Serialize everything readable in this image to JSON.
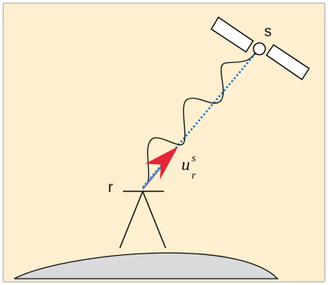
{
  "diagram": {
    "labels": {
      "satellite": "s",
      "receiver": "r",
      "unit_vector_base": "u",
      "unit_vector_sub": "r",
      "unit_vector_sup": "s"
    },
    "colors": {
      "background": "#fdefcf",
      "border": "#bfbfbf",
      "ground": "#d9dadb",
      "line_of_sight": "#1f78c8",
      "arrow": "#e32636",
      "arrow_stem": "#5a7fc0",
      "stroke": "#111111"
    }
  }
}
